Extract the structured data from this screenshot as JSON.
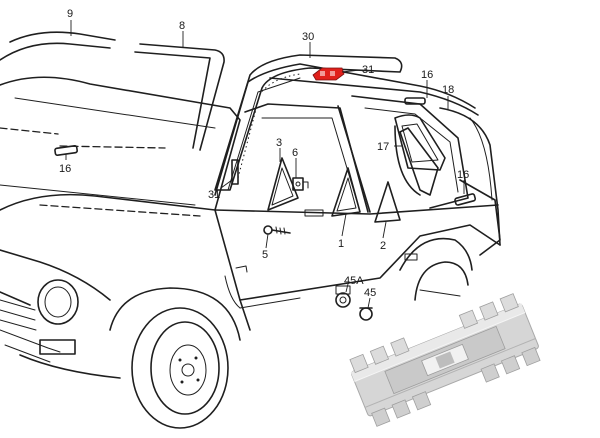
{
  "callouts": {
    "c9": "9",
    "c8": "8",
    "c30": "30",
    "c31_roof": "31",
    "c16_top": "16",
    "c18": "18",
    "c16_windshield": "16",
    "c3": "3",
    "c6": "6",
    "c17": "17",
    "c16_rear": "16",
    "c31_pillar": "31",
    "c1": "1",
    "c2": "2",
    "c5": "5",
    "c45A": "45A",
    "c45": "45"
  },
  "colors": {
    "highlight": "#e0201b",
    "line": "#1f1f1f",
    "clip_fill": "#d8d8d8"
  }
}
